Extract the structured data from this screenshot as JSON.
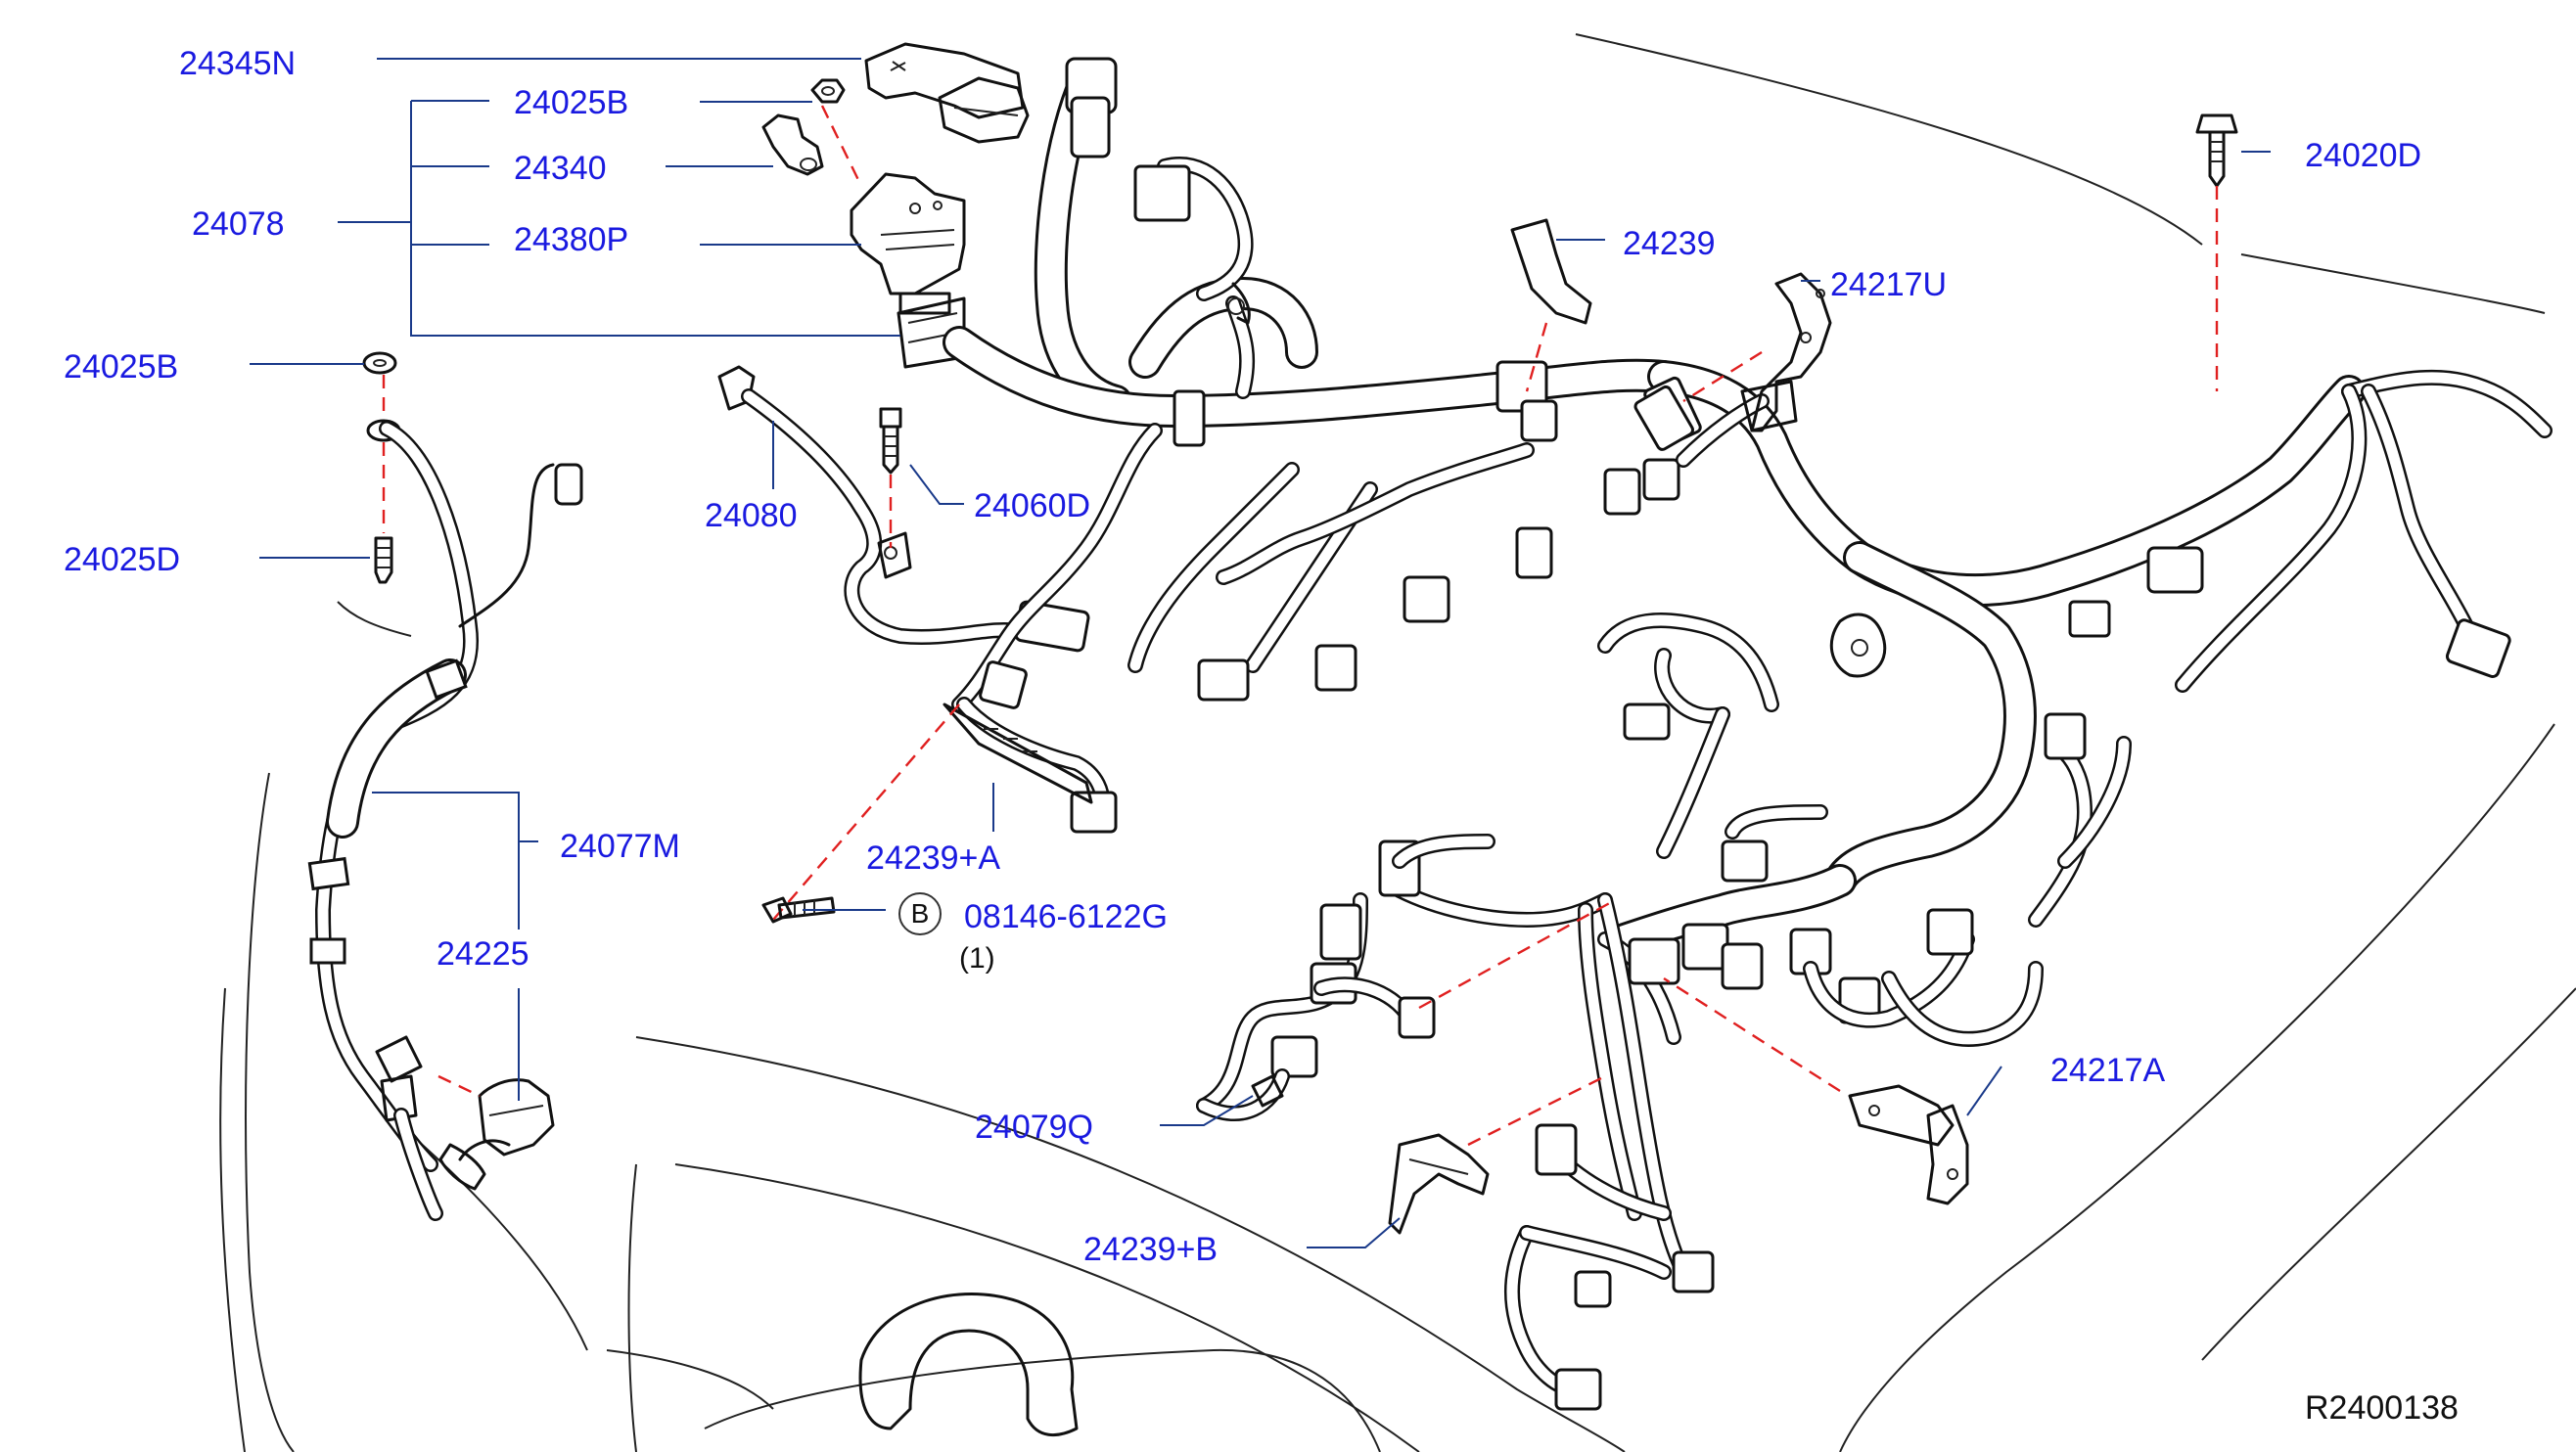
{
  "diagram_id": "R2400138",
  "parts": [
    {
      "id": "p1",
      "label": "24345N"
    },
    {
      "id": "p2",
      "label": "24025B"
    },
    {
      "id": "p3",
      "label": "24340"
    },
    {
      "id": "p4",
      "label": "24078"
    },
    {
      "id": "p5",
      "label": "24380P"
    },
    {
      "id": "p6",
      "label": "24025B"
    },
    {
      "id": "p7",
      "label": "24025D"
    },
    {
      "id": "p8",
      "label": "24080"
    },
    {
      "id": "p9",
      "label": "24060D"
    },
    {
      "id": "p10",
      "label": "24239"
    },
    {
      "id": "p11",
      "label": "24217U"
    },
    {
      "id": "p12",
      "label": "24020D"
    },
    {
      "id": "p13",
      "label": "24077M"
    },
    {
      "id": "p14",
      "label": "24239+A"
    },
    {
      "id": "p15",
      "label": "24225"
    },
    {
      "id": "p16",
      "label": "08146-6122G"
    },
    {
      "id": "p17",
      "label": "24217A"
    },
    {
      "id": "p18",
      "label": "24079Q"
    },
    {
      "id": "p19",
      "label": "24239+B"
    }
  ],
  "bolt_callout": {
    "symbol": "B",
    "quantity": "(1)"
  }
}
